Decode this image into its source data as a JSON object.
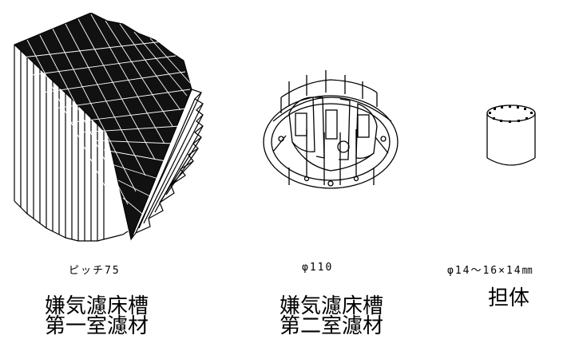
{
  "items": [
    {
      "spec": "ピッチ75",
      "caption_line1": "嫌気濾床槽",
      "caption_line2": "第一室濾材"
    },
    {
      "spec": "φ110",
      "caption_line1": "嫌気濾床槽",
      "caption_line2": "第二室濾材"
    },
    {
      "spec": "φ14〜16×14㎜",
      "caption_line1": "担体",
      "caption_line2": ""
    }
  ],
  "colors": {
    "line": "#000000",
    "background": "#ffffff"
  }
}
